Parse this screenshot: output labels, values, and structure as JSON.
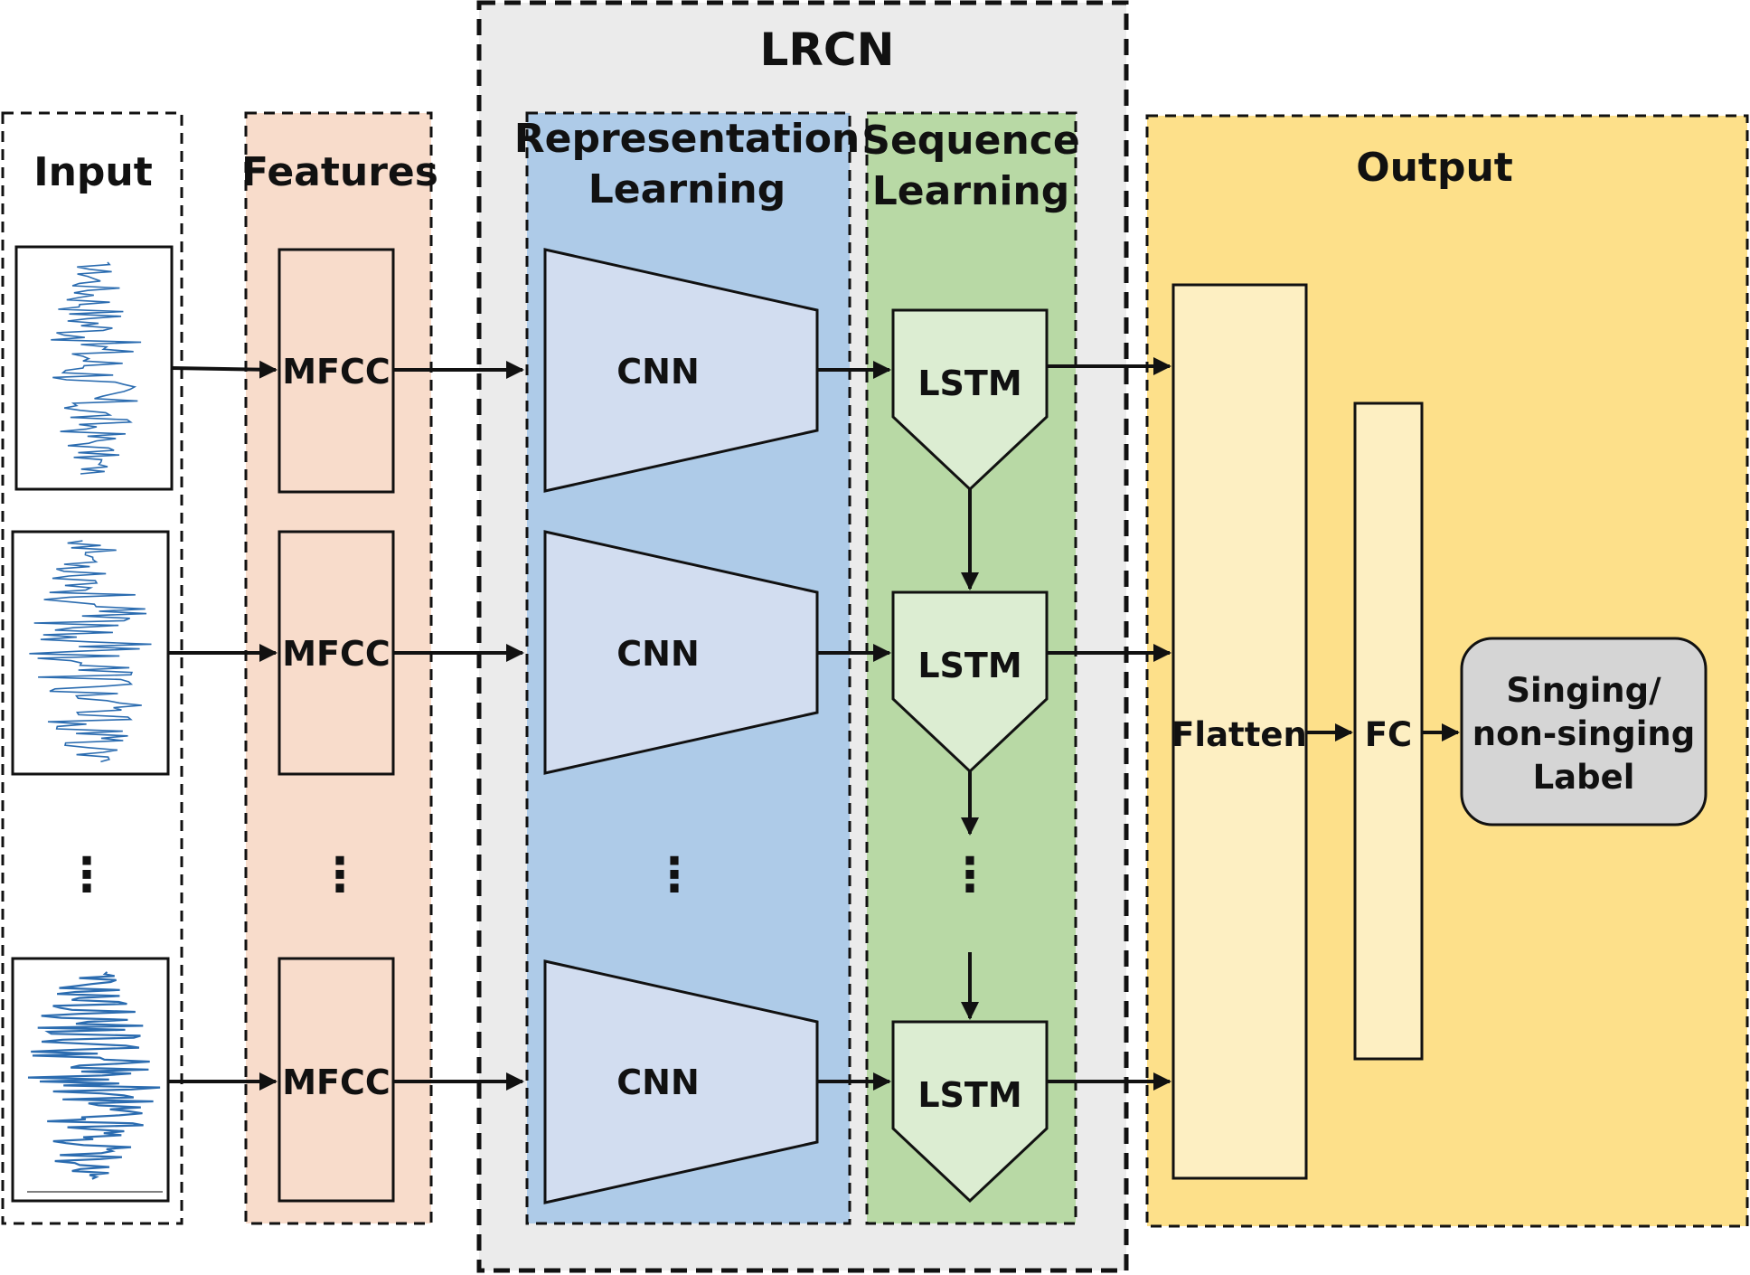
{
  "sections": {
    "input": {
      "title": "Input"
    },
    "features": {
      "title": "Features"
    },
    "lrcn": {
      "title": "LRCN"
    },
    "representation": {
      "title_line1": "Representation",
      "title_line2": "Learning"
    },
    "sequence": {
      "title_line1": "Sequence",
      "title_line2": "Learning"
    },
    "output": {
      "title": "Output"
    }
  },
  "blocks": {
    "mfcc": "MFCC",
    "cnn": "CNN",
    "lstm": "LSTM",
    "flatten": "Flatten",
    "fc": "FC",
    "label_line1": "Singing/",
    "label_line2": "non-singing",
    "label_line3": "Label"
  },
  "ellipsis": "⋮",
  "colors": {
    "features_bg": "#f8dccb",
    "lrcn_bg": "#ebebeb",
    "representation_bg": "#aecbe8",
    "sequence_bg": "#b8d9a5",
    "output_bg": "#fde08a",
    "cnn_fill": "#d2ddf0",
    "lstm_fill": "#dcedd2",
    "flatten_fill": "#fdefc2",
    "label_fill": "#d5d5d5",
    "waveform": "#2b6cb0"
  }
}
